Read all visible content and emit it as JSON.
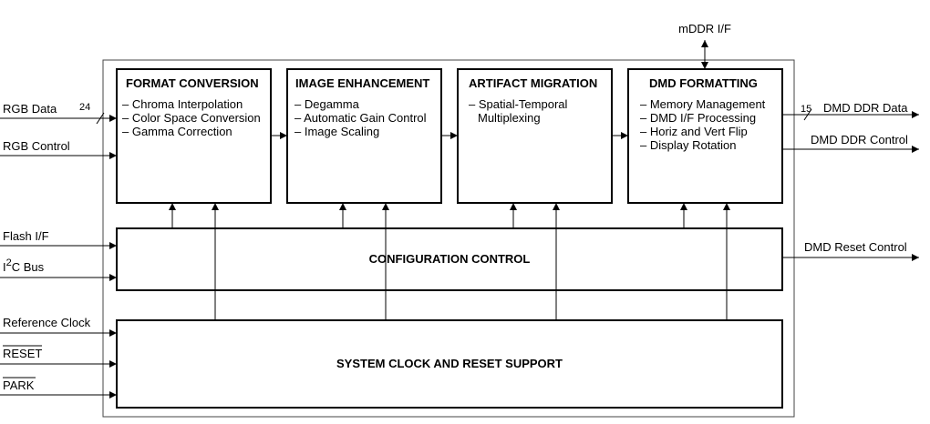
{
  "blocks": {
    "format_conversion": {
      "title": "FORMAT CONVERSION",
      "items": [
        "– Chroma Interpolation",
        "– Color Space Conversion",
        "– Gamma Correction"
      ]
    },
    "image_enhancement": {
      "title": "IMAGE ENHANCEMENT",
      "items": [
        "– Degamma",
        "– Automatic Gain Control",
        "– Image Scaling"
      ]
    },
    "artifact_migration": {
      "title": "ARTIFACT MIGRATION",
      "items": [
        "– Spatial-Temporal",
        "Multiplexing"
      ]
    },
    "dmd_formatting": {
      "title": "DMD FORMATTING",
      "items": [
        "– Memory Management",
        "– DMD I/F Processing",
        "– Horiz and Vert Flip",
        "– Display Rotation"
      ]
    },
    "configuration_control": {
      "title": "CONFIGURATION CONTROL"
    },
    "system_clock": {
      "title": "SYSTEM CLOCK AND RESET SUPPORT"
    }
  },
  "inputs": {
    "rgb_data": "RGB Data",
    "rgb_data_width": "24",
    "rgb_control": "RGB Control",
    "flash_if": "Flash I/F",
    "i2c_i": "I",
    "i2c_sup": "2",
    "i2c_rest": "C Bus",
    "reference_clock": "Reference Clock",
    "reset": "RESET",
    "park": "PARK"
  },
  "outputs": {
    "mddr_if": "mDDR I/F",
    "dmd_ddr_data": "DMD DDR Data",
    "dmd_ddr_data_width": "15",
    "dmd_ddr_control": "DMD DDR Control",
    "dmd_reset_control": "DMD Reset Control"
  }
}
